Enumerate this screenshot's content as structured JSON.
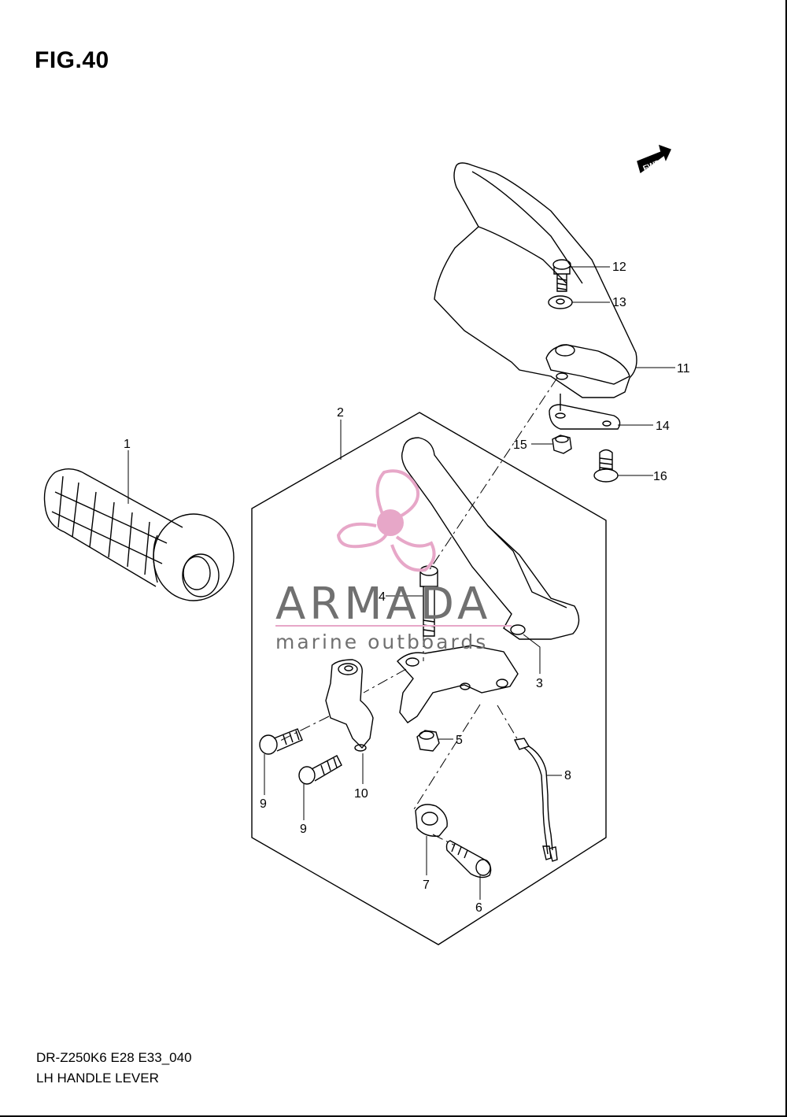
{
  "figure": {
    "title": "FIG.40",
    "model_code": "DR-Z250K6 E28 E33_040",
    "name": "LH HANDLE LEVER"
  },
  "fwd_label": "FWD",
  "watermark": {
    "brand": "ARMADA",
    "tagline": "marine outboards",
    "brand_color": "#e7a7c8",
    "text_color": "#707070"
  },
  "callouts": [
    {
      "id": "1",
      "label": "1"
    },
    {
      "id": "2",
      "label": "2"
    },
    {
      "id": "3",
      "label": "3"
    },
    {
      "id": "4",
      "label": "4"
    },
    {
      "id": "5",
      "label": "5"
    },
    {
      "id": "6",
      "label": "6"
    },
    {
      "id": "7",
      "label": "7"
    },
    {
      "id": "8",
      "label": "8"
    },
    {
      "id": "9a",
      "label": "9"
    },
    {
      "id": "9b",
      "label": "9"
    },
    {
      "id": "10",
      "label": "10"
    },
    {
      "id": "11",
      "label": "11"
    },
    {
      "id": "12",
      "label": "12"
    },
    {
      "id": "13",
      "label": "13"
    },
    {
      "id": "14",
      "label": "14"
    },
    {
      "id": "15",
      "label": "15"
    },
    {
      "id": "16",
      "label": "16"
    }
  ]
}
